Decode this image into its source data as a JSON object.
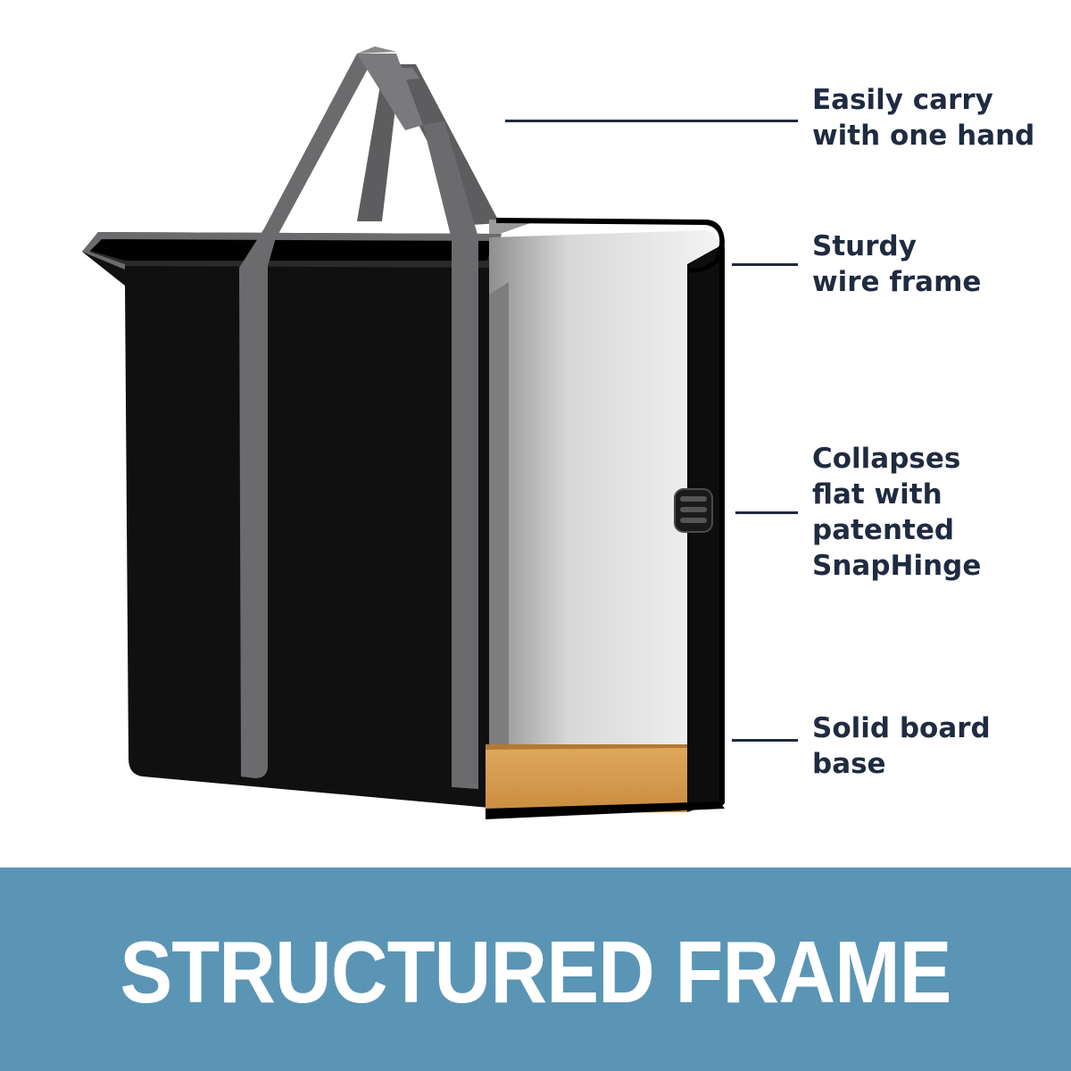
{
  "callouts": [
    {
      "text": "Easily carry\nwith one hand"
    },
    {
      "text": "Sturdy\nwire frame"
    },
    {
      "text": "Collapses\nflat with\npatented\nSnapHinge"
    },
    {
      "text": "Solid board\nbase"
    }
  ],
  "banner": {
    "title": "STRUCTURED FRAME"
  },
  "colors": {
    "banner": "#5b95b5",
    "callout_text": "#1f2b40",
    "bag_body": "#111111",
    "strap": "#6b6b6d",
    "cutaway_interior": "#c9c9c9",
    "board_base": "#d8a055"
  }
}
